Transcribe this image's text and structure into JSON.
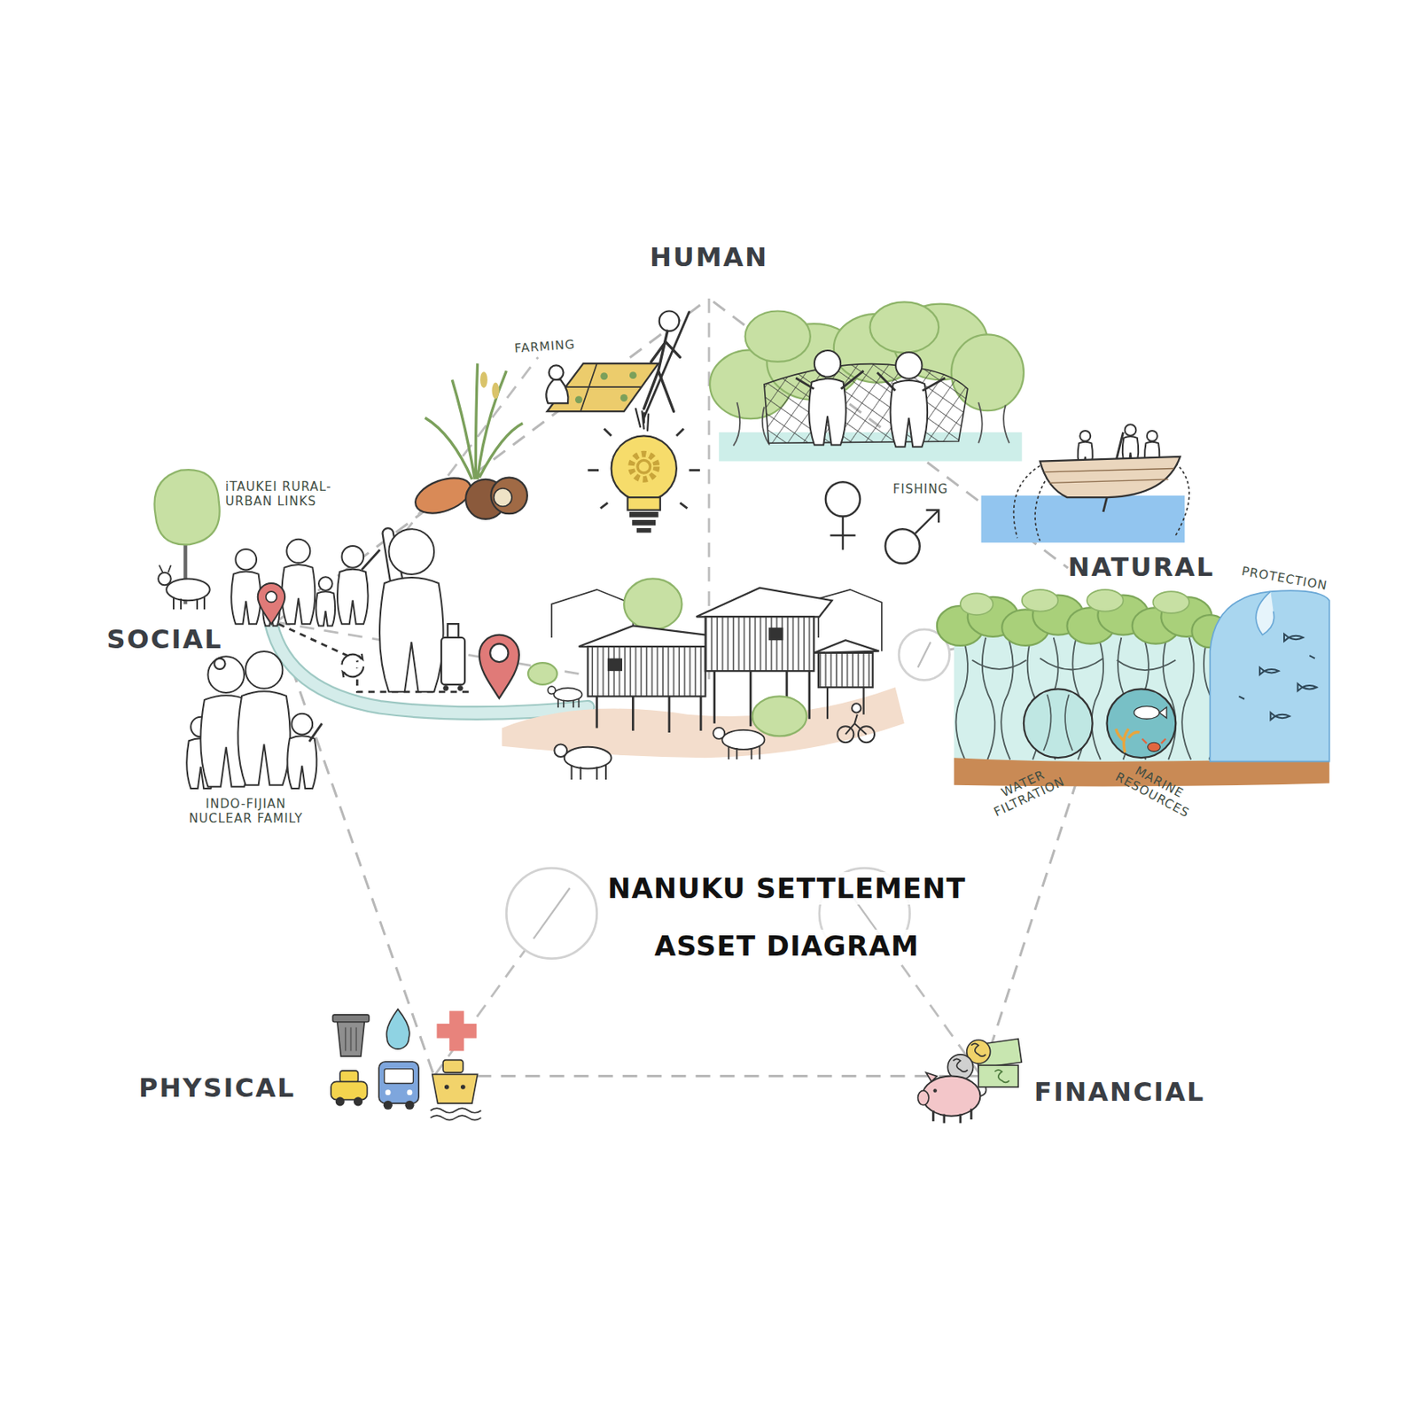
{
  "diagram": {
    "title": "NANUKU SETTLEMENT ASSET DIAGRAM",
    "nodes": [
      {
        "text": [
          "HUMAN"
        ]
      },
      {
        "text": [
          "NATURAL"
        ]
      },
      {
        "text": [
          "SOCIAL"
        ]
      },
      {
        "text": [
          "PHYSICAL"
        ]
      },
      {
        "text": [
          "FINANCIAL"
        ]
      }
    ],
    "edges": [
      {
        "from": 0,
        "to": 1,
        "arrow": "none"
      },
      {
        "from": 1,
        "to": 4,
        "arrow": "none"
      },
      {
        "from": 4,
        "to": 3,
        "arrow": "none"
      },
      {
        "from": 3,
        "to": 2,
        "arrow": "none"
      },
      {
        "from": 2,
        "to": 0,
        "arrow": "none"
      }
    ],
    "labels": [
      "FARMING",
      "FISHING",
      "PROTECTION",
      "iTAUKEI RURAL-URBAN LINKS",
      "WATER FILTRATION",
      "MARINE RESOURCES",
      "INDO-FIJIAN NUCLEAR FAMILY"
    ]
  }
}
